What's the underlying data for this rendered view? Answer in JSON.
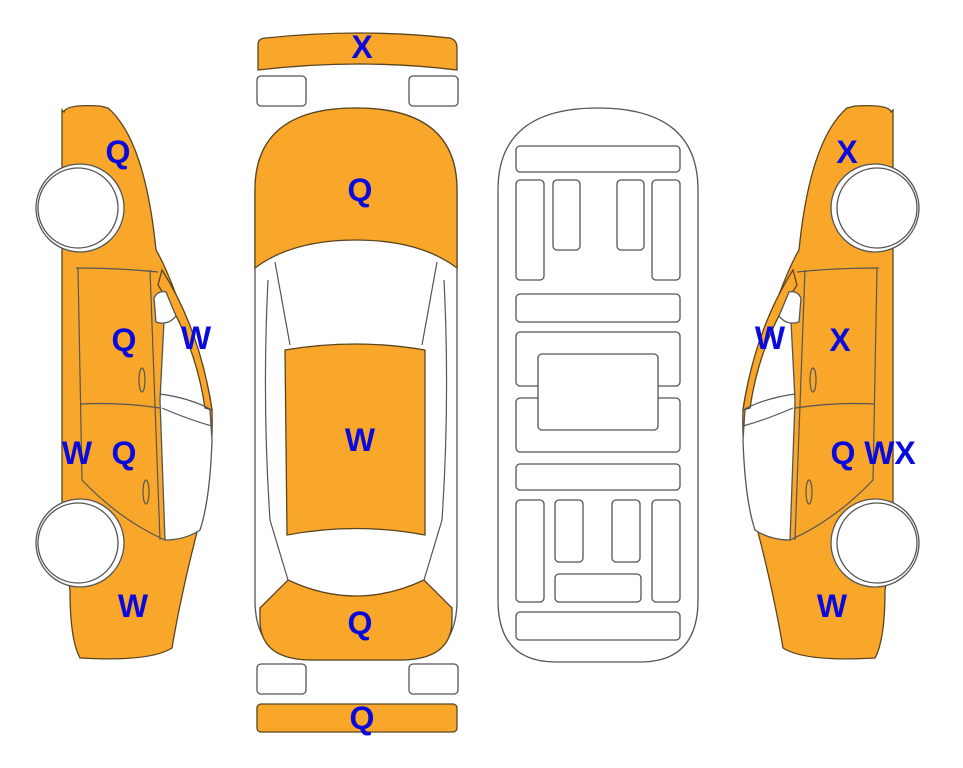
{
  "colors": {
    "damaged_panel": "#F9A72B",
    "label": "#0A0ADC"
  },
  "left_side": {
    "front_fender": "Q",
    "front_door": "Q",
    "a_pillar": "W",
    "rocker": "W",
    "rear_door": "Q",
    "rear_quarter": "W"
  },
  "top_view": {
    "front_bumper": "X",
    "hood": "Q",
    "roof": "W",
    "trunk": "Q",
    "rear_bumper": "Q"
  },
  "right_side": {
    "front_fender": "X",
    "a_pillar": "W",
    "front_door": "X",
    "rear_door": "Q",
    "rocker": "WX",
    "rear_quarter": "W"
  }
}
